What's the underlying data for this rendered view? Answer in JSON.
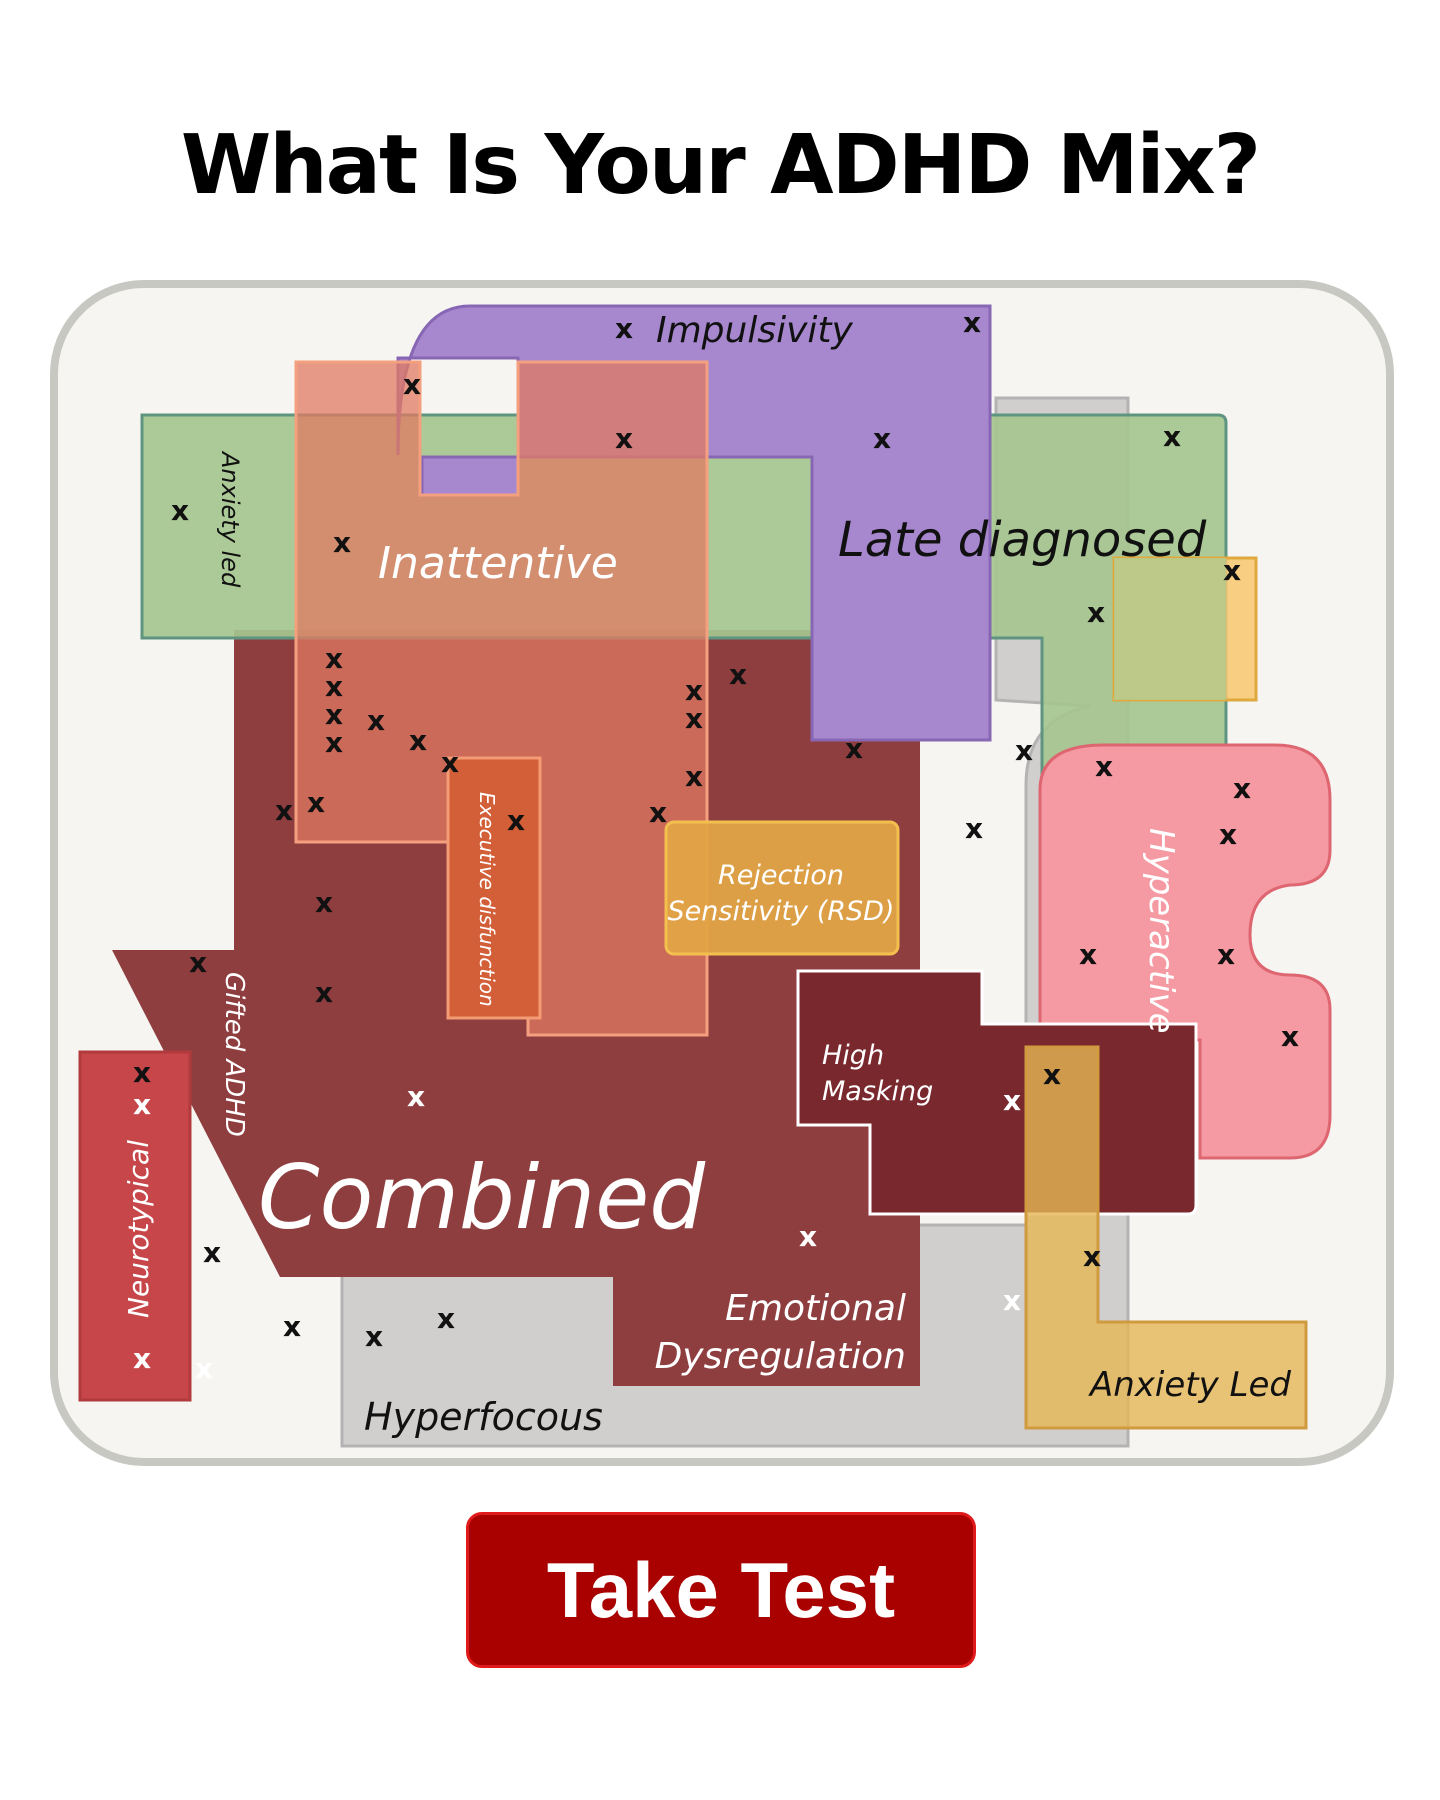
{
  "title": "What Is Your ADHD Mix?",
  "button": {
    "label": "Take Test"
  },
  "regions": {
    "impulsivity": "Impulsivity",
    "inattentive": "Inattentive",
    "late_diagnosed": "Late diagnosed",
    "anxiety_led_left": "Anxiety led",
    "executive": "Executive disfunction",
    "rsd_line1": "Rejection",
    "rsd_line2": "Sensitivity (RSD)",
    "hyperactive": "Hyperactive",
    "gifted": "Gifted ADHD",
    "combined": "Combined",
    "high_masking_line1": "High",
    "high_masking_line2": "Masking",
    "neurotypical": "Neurotypical",
    "emotional_line1": "Emotional",
    "emotional_line2": "Dysregulation",
    "hyperfocus": "Hyperfocous",
    "anxiety_led_right": "Anxiety Led"
  },
  "marker_symbol": "x"
}
